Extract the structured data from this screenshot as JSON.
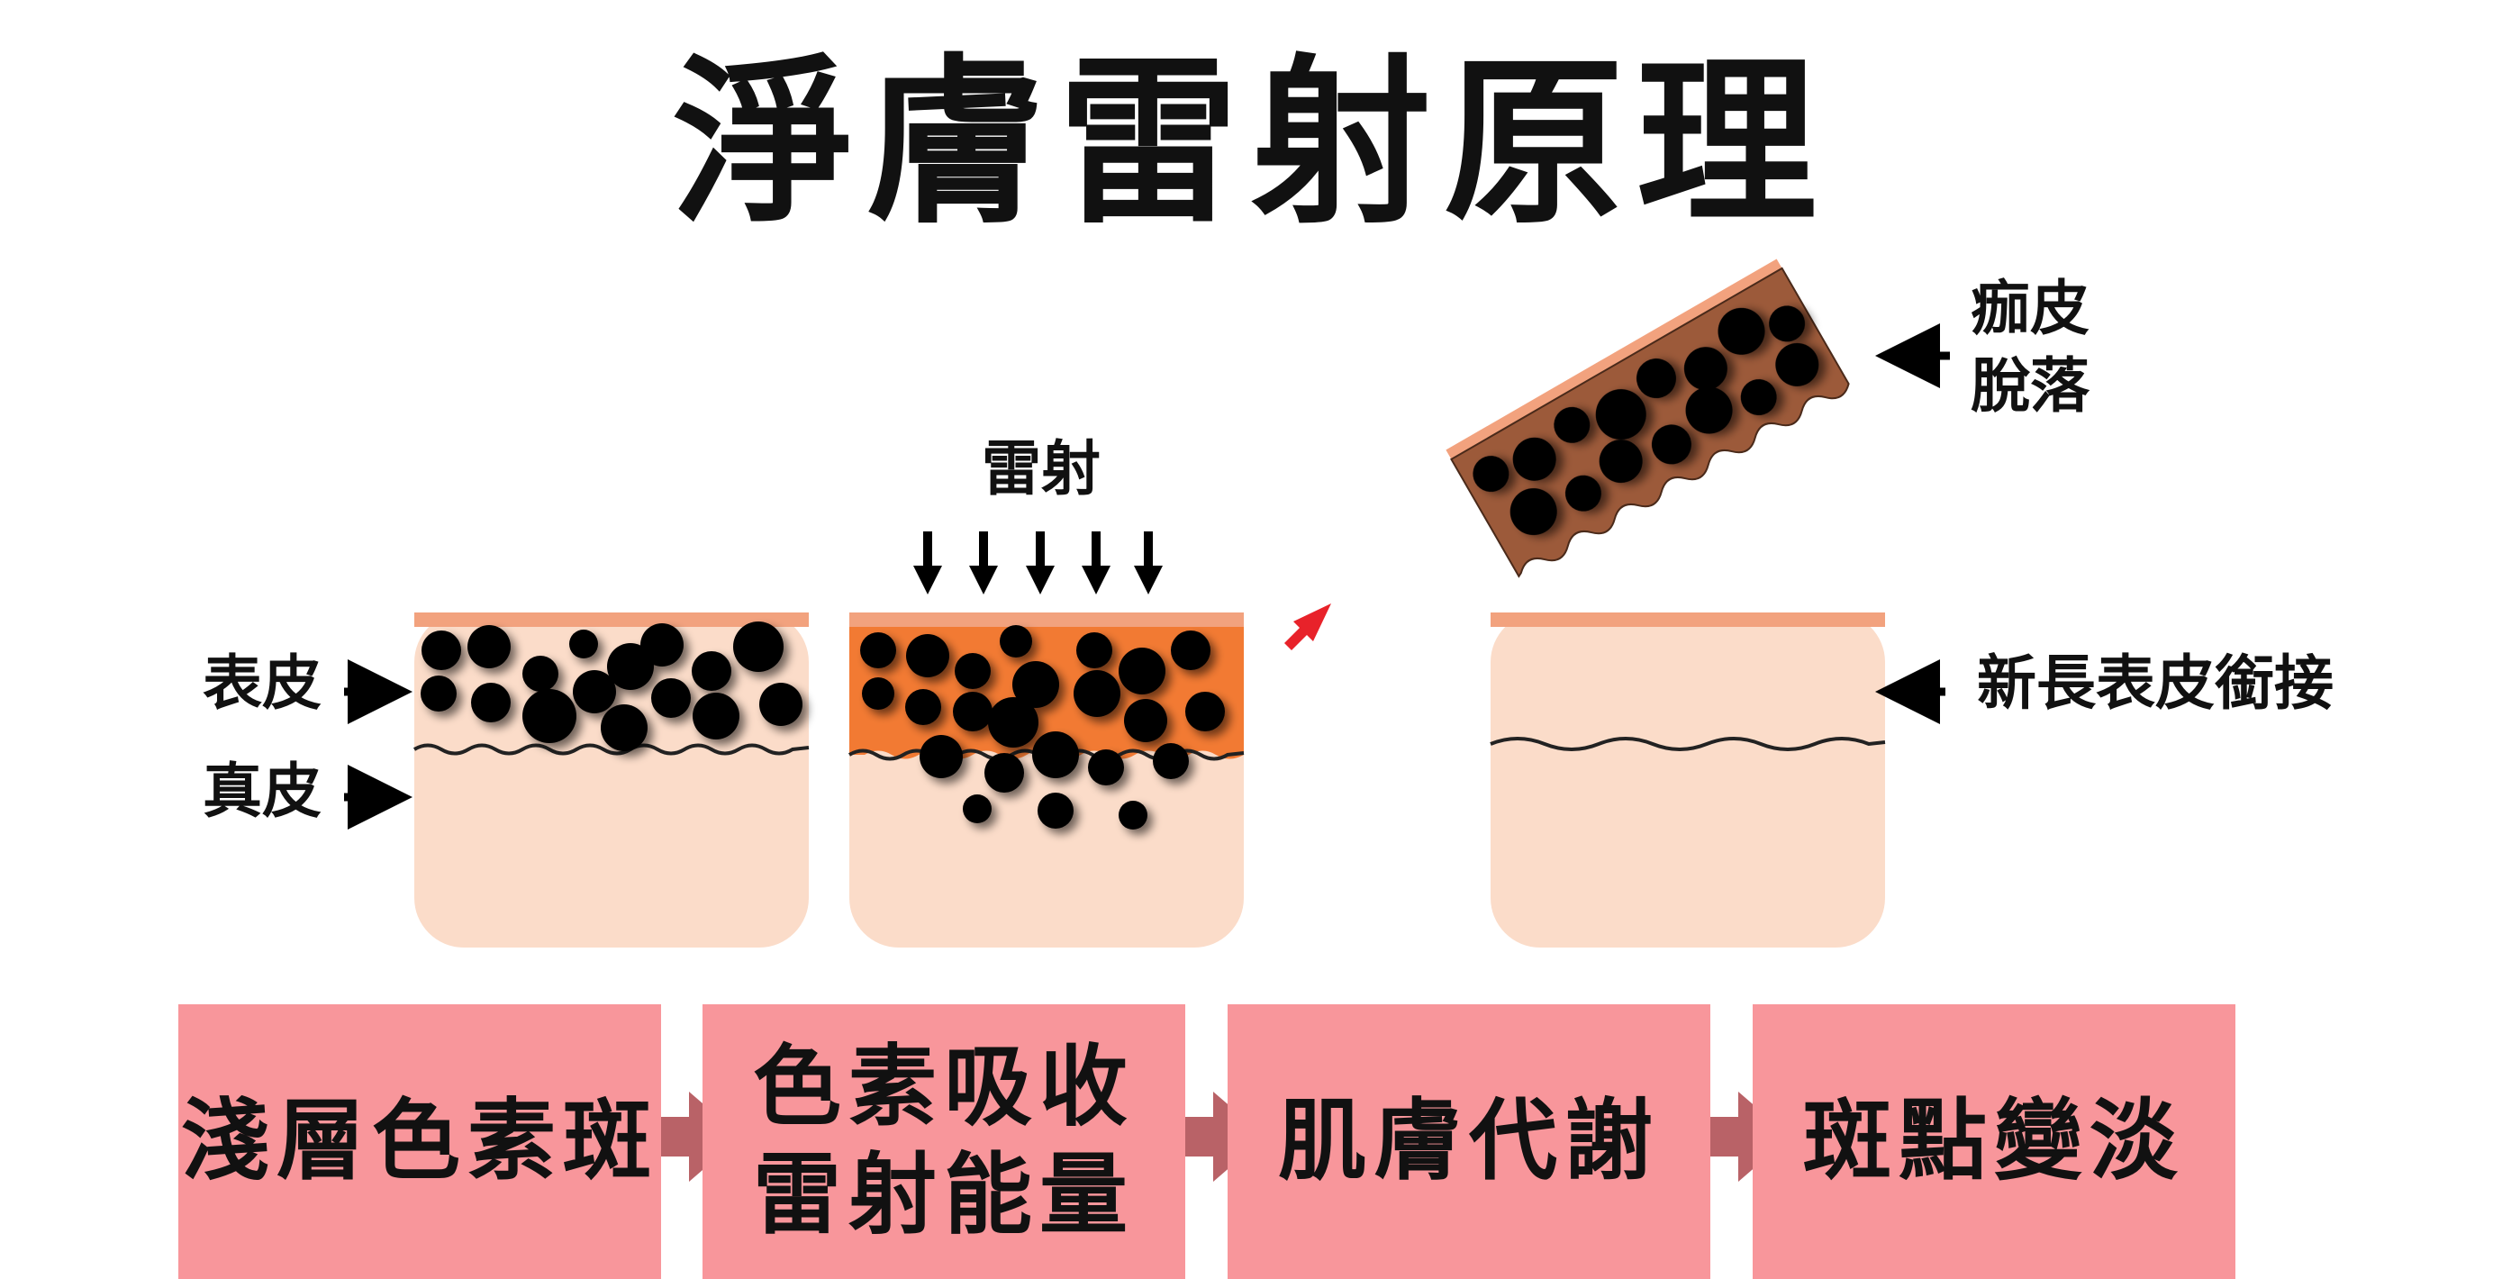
{
  "title": "淨膚雷射原理",
  "labels": {
    "epidermis": "表皮",
    "dermis": "真皮",
    "laser": "雷射",
    "scab_line1": "痂皮",
    "scab_line2": "脫落",
    "new_epidermis": "新長表皮銜接"
  },
  "steps": [
    {
      "text": "淺層色素斑"
    },
    {
      "text": "色素吸收\n雷射能量"
    },
    {
      "text": "肌膚代謝"
    },
    {
      "text": "斑點變淡"
    }
  ],
  "colors": {
    "skin": "#fbdcc9",
    "epidermis_band": "#f2a27e",
    "heated_layer": "#f27a33",
    "scab": "#9c5a3a",
    "melanin": "#000000",
    "step_box": "#f8969b",
    "step_arrow": "#b55a5f",
    "laser_arrow": "#e8222a"
  }
}
